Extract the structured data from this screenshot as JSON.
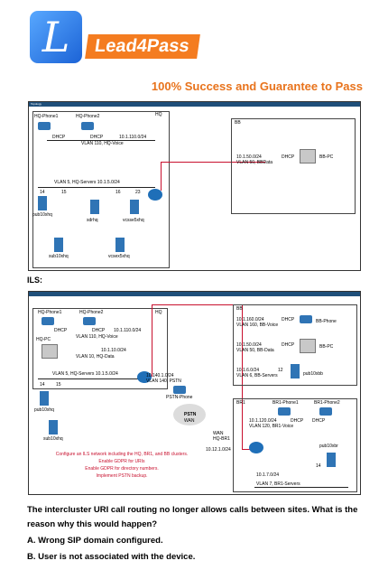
{
  "header": {
    "brand_text": "Lead4Pass",
    "logo_letter": "L",
    "tagline": "100% Success and Guarantee to Pass"
  },
  "diagram1": {
    "bar_text": "Topology",
    "hq_box_label": "HQ",
    "hq_phone1": "HQ-Phone1",
    "hq_phone2": "HQ-Phone2",
    "dhcp1": "DHCP",
    "dhcp2": "DHCP",
    "hq_voice_subnet": "10.1.110.0/24",
    "hq_voice_vlan": "VLAN 110, HQ-Voice",
    "hq_servers": "VLAN 5, HQ-Servers 10.1.5.0/24",
    "p14": "14",
    "p15": "15",
    "p16": "16",
    "p23": "23",
    "pub": "pub10xhq",
    "sdr": "sdrhq",
    "vcsse": "vcsse5xhq",
    "sub": "sub10xhq",
    "vcsex": "vcsex5xhq",
    "bb_box_label": "BB",
    "bb_subnet": "10.1.50.0/24",
    "bb_vlan": "VLAN 50, BBData",
    "bb_dhcp": "DHCP",
    "bb_pc": "BB-PC"
  },
  "ils_label": "ILS:",
  "diagram2": {
    "hq_label": "HQ",
    "hq_phone1": "HQ-Phone1",
    "hq_phone2": "HQ-Phone2",
    "dhcp1": "DHCP",
    "dhcp2": "DHCP",
    "voice_subnet": "10.1.110.0/24",
    "voice_vlan": "VLAN 110, HQ-Voice",
    "hq_pc": "HQ-PC",
    "data_subnet": "10.1.10.0/24",
    "data_vlan": "VLAN 10, HQ-Data",
    "servers": "VLAN 5, HQ-Servers 10.1.5.0/24",
    "p14": "14",
    "p15": "15",
    "pub": "pub10xhq",
    "sub": "sub10xhq",
    "pstn_subnet": "10.140.1.0/24",
    "pstn_vlan": "VLAN 140, PSTN",
    "pstn_phone": "PSTN-Phone",
    "pstn_cloud": "PSTN",
    "wan_cloud": "WAN",
    "wan_router": "WAN\nHQ-BR1",
    "wan_subnet": "10.12.1.0/24",
    "bb_label": "BB",
    "bb_voice_subnet": "10.1.160.0/24",
    "bb_voice_vlan": "VLAN 160, BB-Voice",
    "bb_dhcp1": "DHCP",
    "bb_phone": "BB-Phone",
    "bb_data_subnet": "10.1.50.0/24",
    "bb_data_vlan": "VLAN 50, BB-Data",
    "bb_dhcp2": "DHCP",
    "bb_pc": "BB-PC",
    "bb_srv_subnet": "10.1.6.0/24",
    "bb_srv_vlan": "VLAN 6, BB-Servers",
    "bb_port": "12",
    "bb_pub": "pub10xbb",
    "br1_label": "BR1",
    "br1_phone1": "BR1-Phone1",
    "br1_phone2": "BR1-Phone2",
    "br1_voice_subnet": "10.1.120.0/24",
    "br1_voice_vlan": "VLAN 120, BR1-Voice",
    "br1_dhcp1": "DHCP",
    "br1_dhcp2": "DHCP",
    "br1_pub": "pub10xbr",
    "br1_port": "14",
    "br1_srv_subnet": "10.1.7.0/24",
    "br1_srv_vlan": "VLAN 7, BR1-Servers",
    "instr1": "Configure an ILS network including the HQ, BR1, and BB clusters.",
    "instr2": "Enable GDPR for URIs",
    "instr3": "Enable GDPR for directory numbers.",
    "instr4": "Implement PSTN backup."
  },
  "question": {
    "text": "The intercluster URI call routing no longer allows calls between sites. What is the reason why this would happen?",
    "option_a": "A. Wrong SIP domain configured.",
    "option_b": "B. User is not associated with the device."
  },
  "colors": {
    "orange": "#f47c20",
    "tag": "#e8731c",
    "blue": "#1c63d6",
    "red": "#c8102e",
    "navy": "#1f4f7a"
  }
}
